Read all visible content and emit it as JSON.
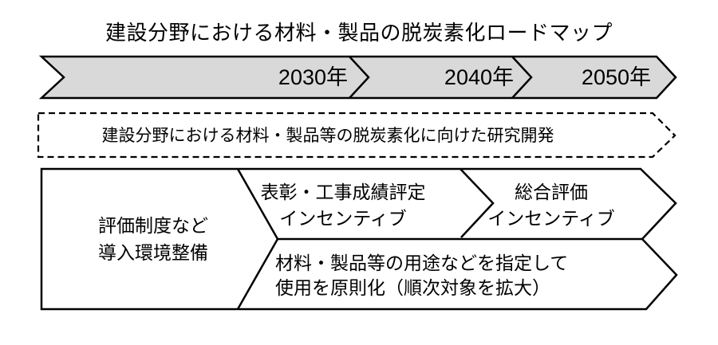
{
  "title": "建設分野における材料・製品の脱炭素化ロードマップ",
  "timeline": {
    "years": [
      "2030年",
      "2040年",
      "2050年"
    ]
  },
  "research_band": {
    "label": "建設分野における材料・製品等の脱炭素化に向けた研究開発"
  },
  "blocks": {
    "evaluation": {
      "line1": "評価制度など",
      "line2": "導入環境整備"
    },
    "award": {
      "line1": "表彰・工事成績評定",
      "line2": "インセンティブ"
    },
    "comprehensive": {
      "line1": "総合評価",
      "line2": "インセンティブ"
    },
    "mandate": {
      "line1": "材料・製品等の用途などを指定して",
      "line2": "使用を原則化（順次対象を拡大）"
    }
  },
  "colors": {
    "bar_fill": "#d9d9d9",
    "shape_fill": "#ffffff",
    "line": "#000000",
    "background": "#ffffff"
  }
}
